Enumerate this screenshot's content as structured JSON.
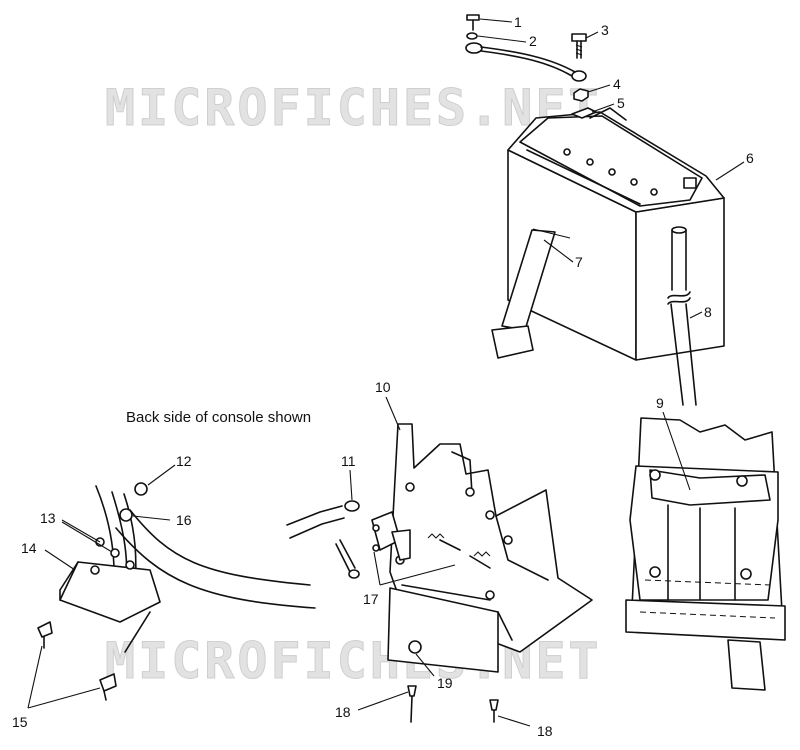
{
  "watermark": {
    "text": "MICROFICHES.NET"
  },
  "caption": "Back side of console shown",
  "callouts": [
    "1",
    "2",
    "3",
    "4",
    "5",
    "6",
    "7",
    "8",
    "9",
    "10",
    "11",
    "12",
    "13",
    "14",
    "15",
    "16",
    "17",
    "18",
    "19"
  ]
}
